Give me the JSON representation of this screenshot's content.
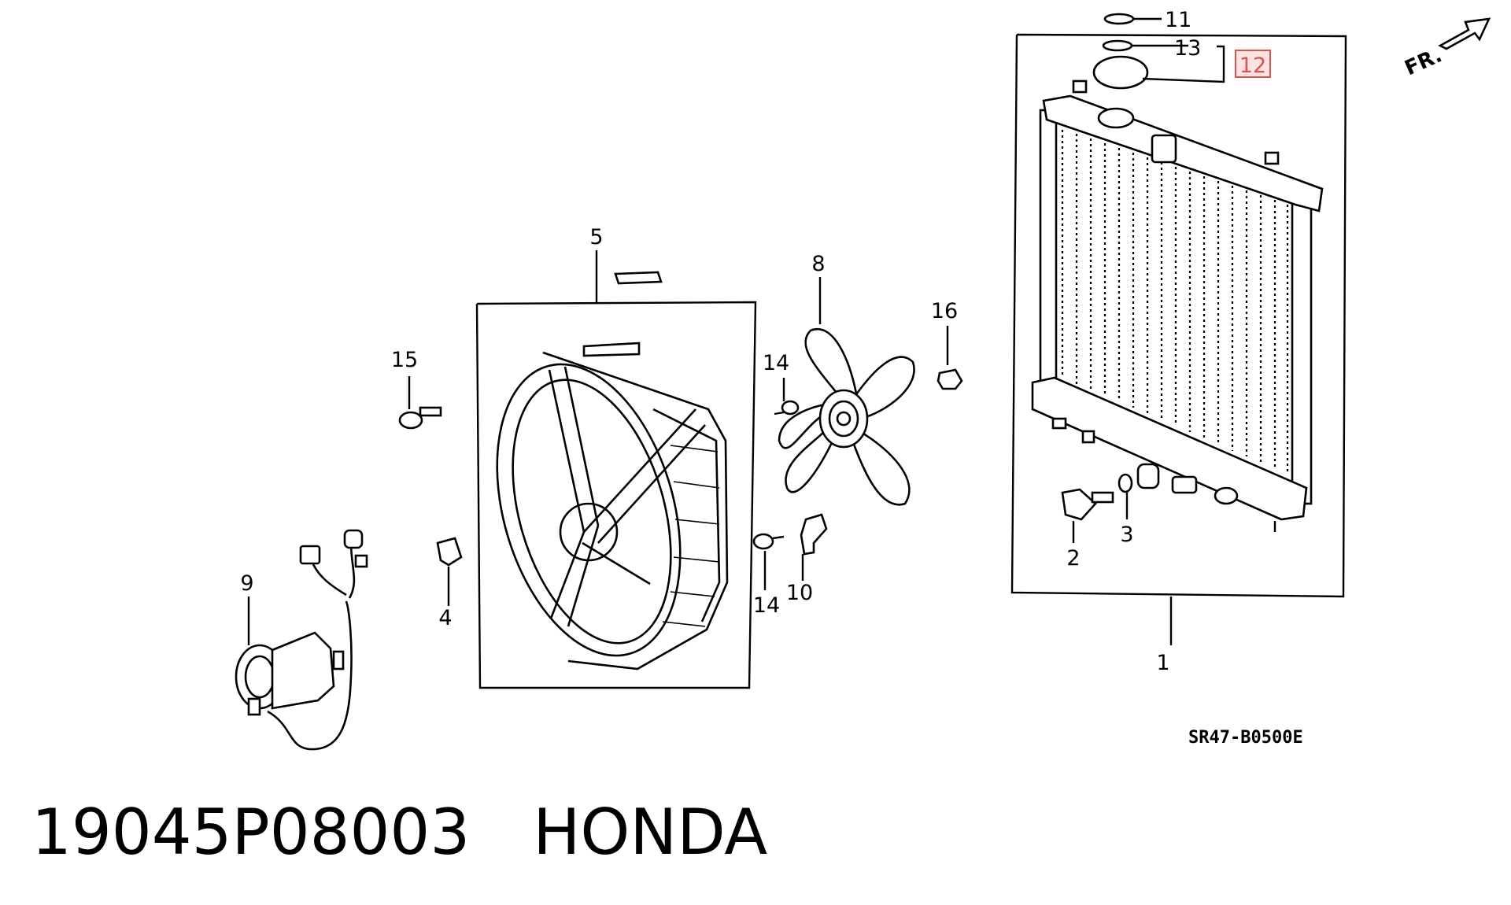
{
  "diagram": {
    "code": "SR47-B0500E",
    "front_indicator": "FR.",
    "highlight_color": "#d9534f",
    "callouts": [
      {
        "id": "1",
        "label": "1"
      },
      {
        "id": "2",
        "label": "2"
      },
      {
        "id": "3",
        "label": "3"
      },
      {
        "id": "4",
        "label": "4"
      },
      {
        "id": "5",
        "label": "5"
      },
      {
        "id": "8",
        "label": "8"
      },
      {
        "id": "9",
        "label": "9"
      },
      {
        "id": "10",
        "label": "10"
      },
      {
        "id": "11",
        "label": "11"
      },
      {
        "id": "12",
        "label": "12",
        "highlighted": true
      },
      {
        "id": "13",
        "label": "13"
      },
      {
        "id": "14a",
        "label": "14"
      },
      {
        "id": "14b",
        "label": "14"
      },
      {
        "id": "15",
        "label": "15"
      },
      {
        "id": "16",
        "label": "16"
      }
    ]
  },
  "caption": {
    "part_number": "19045P08003",
    "brand": "HONDA"
  }
}
